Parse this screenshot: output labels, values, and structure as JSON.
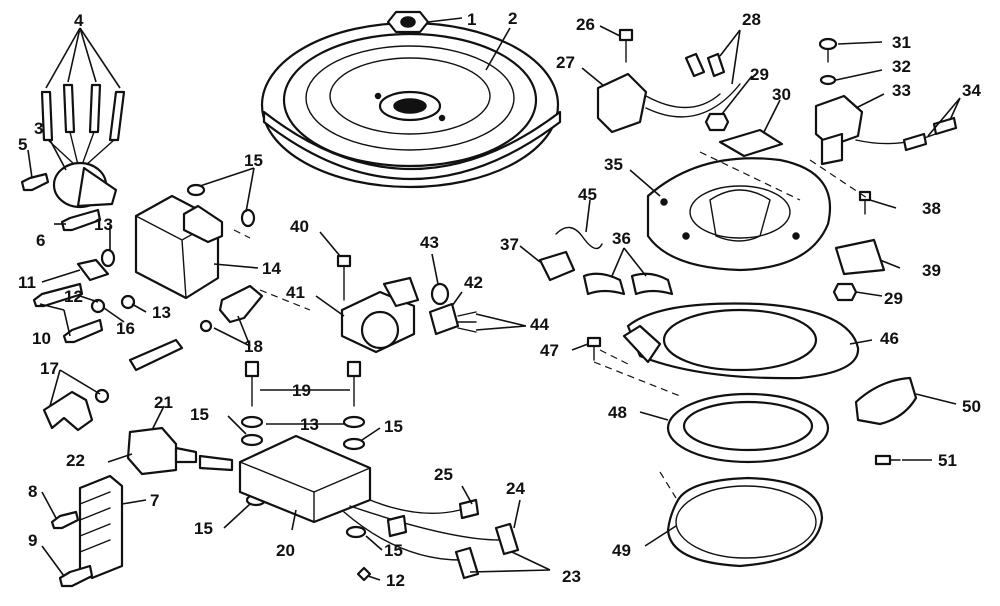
{
  "callouts": {
    "c1": "1",
    "c2": "2",
    "c3": "3",
    "c4": "4",
    "c5": "5",
    "c6": "6",
    "c7": "7",
    "c8": "8",
    "c9": "9",
    "c10": "10",
    "c11": "11",
    "c12a": "12",
    "c12b": "12",
    "c13a": "13",
    "c13b": "13",
    "c13c": "13",
    "c14": "14",
    "c15a": "15",
    "c15b": "15",
    "c15c": "15",
    "c15d": "15",
    "c15e": "15",
    "c16": "16",
    "c17": "17",
    "c18": "18",
    "c19": "19",
    "c20": "20",
    "c21": "21",
    "c22": "22",
    "c23": "23",
    "c24": "24",
    "c25": "25",
    "c26": "26",
    "c27": "27",
    "c28": "28",
    "c29a": "29",
    "c29b": "29",
    "c30": "30",
    "c31": "31",
    "c32": "32",
    "c33": "33",
    "c34": "34",
    "c35": "35",
    "c36": "36",
    "c37": "37",
    "c38": "38",
    "c39": "39",
    "c40": "40",
    "c41": "41",
    "c42": "42",
    "c43": "43",
    "c44": "44",
    "c45": "45",
    "c46": "46",
    "c47": "47",
    "c48": "48",
    "c49": "49",
    "c50": "50",
    "c51": "51"
  },
  "colors": {
    "ink": "#111111",
    "paper": "#ffffff"
  }
}
